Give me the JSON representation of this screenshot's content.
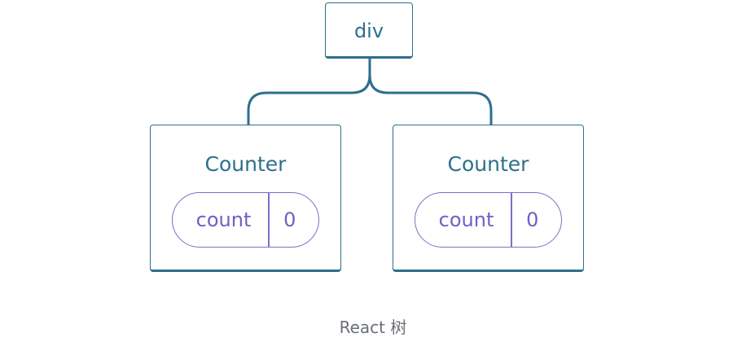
{
  "root": {
    "label": "div"
  },
  "children": [
    {
      "label": "Counter",
      "state": {
        "name": "count",
        "value": "0"
      }
    },
    {
      "label": "Counter",
      "state": {
        "name": "count",
        "value": "0"
      }
    }
  ],
  "caption": "React 树",
  "colors": {
    "component": "#2d6f8c",
    "state": "#7a70c8",
    "caption": "#6a6f78"
  }
}
